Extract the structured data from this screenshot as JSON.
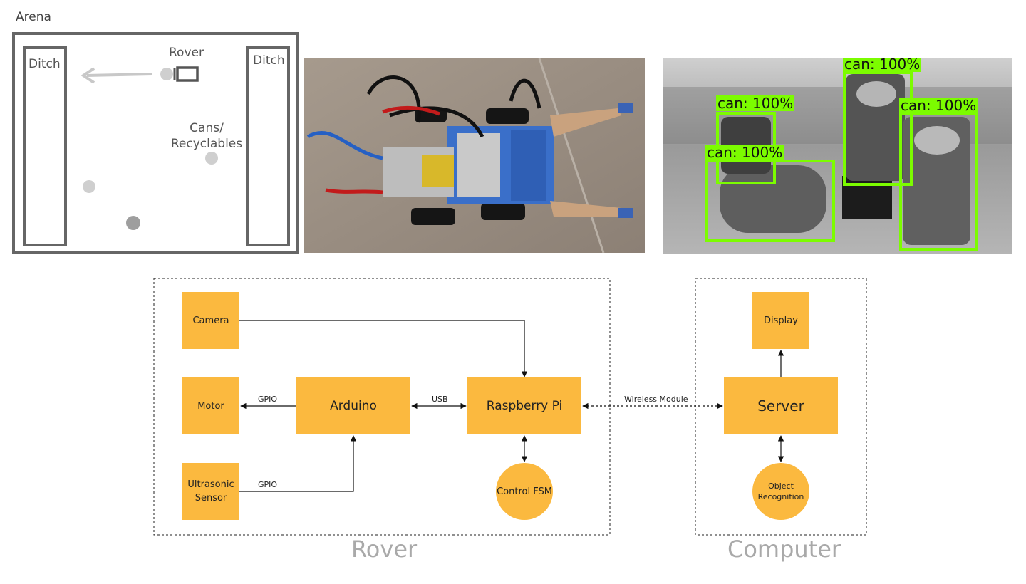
{
  "arena": {
    "title": "Arena",
    "ditch_left": "Ditch",
    "ditch_right": "Ditch",
    "rover": "Rover",
    "cans_line1": "Cans/",
    "cans_line2": "Recyclables"
  },
  "detections": {
    "label": "can: 100%",
    "count": 4
  },
  "diagram": {
    "rover_group": "Rover",
    "computer_group": "Computer",
    "camera": "Camera",
    "motor": "Motor",
    "ultrasonic_line1": "Ultrasonic",
    "ultrasonic_line2": "Sensor",
    "arduino": "Arduino",
    "raspberry_pi": "Raspberry Pi",
    "control_fsm": "Control FSM",
    "server": "Server",
    "display": "Display",
    "object_recognition_line1": "Object",
    "object_recognition_line2": "Recognition",
    "edge_gpio_motor": "GPIO",
    "edge_gpio_sensor": "GPIO",
    "edge_usb": "USB",
    "edge_wireless": "Wireless Module"
  },
  "colors": {
    "box_fill": "#fbb93f",
    "detection_box": "#7cfc00",
    "group_label": "#a9a9a9"
  }
}
